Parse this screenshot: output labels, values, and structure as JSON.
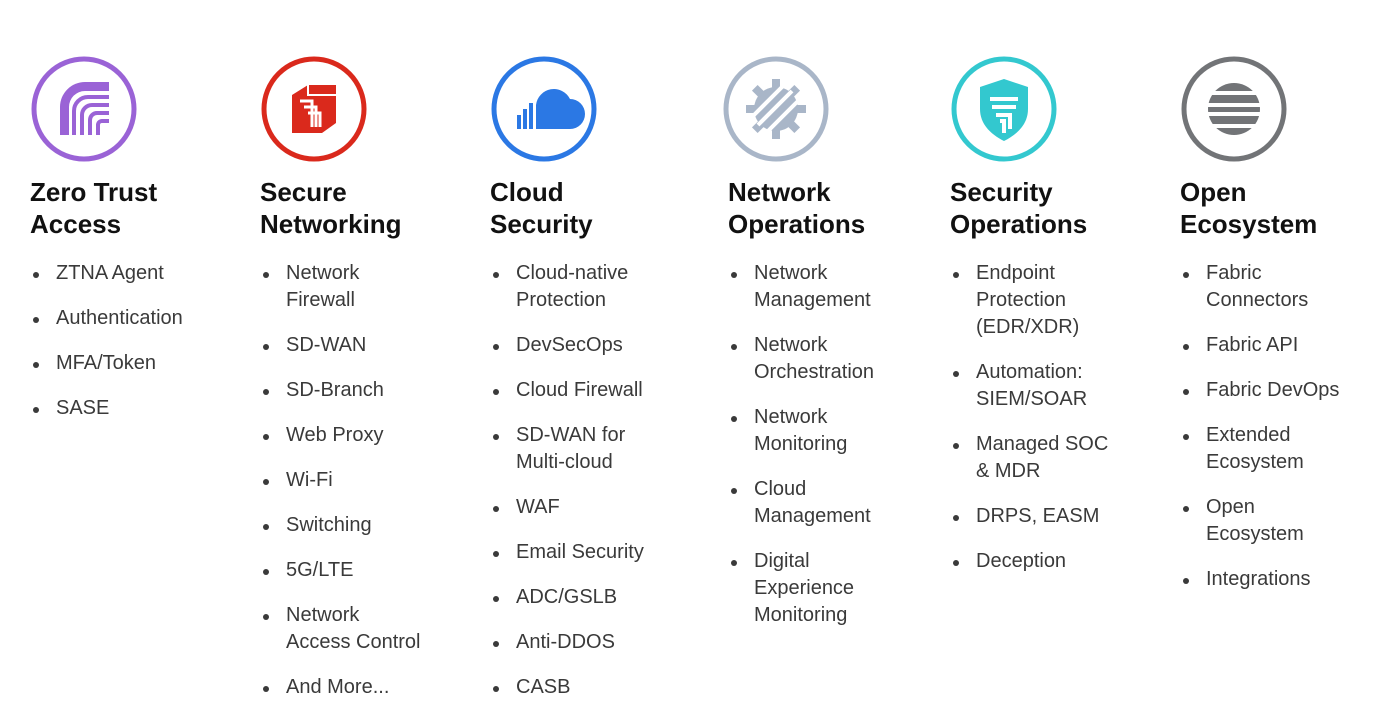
{
  "columns": [
    {
      "id": "zero-trust",
      "icon": "zero-trust-access-icon",
      "color": "#9a63d6",
      "title_lines": [
        "Zero Trust",
        "Access"
      ],
      "items": [
        [
          "ZTNA Agent"
        ],
        [
          "Authentication"
        ],
        [
          "MFA/Token"
        ],
        [
          "SASE"
        ]
      ]
    },
    {
      "id": "secure-networking",
      "icon": "secure-networking-icon",
      "color": "#da291c",
      "title_lines": [
        "Secure",
        "Networking"
      ],
      "items": [
        [
          "Network",
          "Firewall"
        ],
        [
          "SD-WAN"
        ],
        [
          "SD-Branch"
        ],
        [
          "Web Proxy"
        ],
        [
          "Wi-Fi"
        ],
        [
          "Switching"
        ],
        [
          "5G/LTE"
        ],
        [
          "Network",
          "Access Control"
        ],
        [
          "And More..."
        ]
      ]
    },
    {
      "id": "cloud-security",
      "icon": "cloud-security-icon",
      "color": "#2b78e4",
      "title_lines": [
        "Cloud",
        "Security"
      ],
      "items": [
        [
          "Cloud-native",
          "Protection"
        ],
        [
          "DevSecOps"
        ],
        [
          "Cloud Firewall"
        ],
        [
          "SD-WAN for",
          "Multi-cloud"
        ],
        [
          "WAF"
        ],
        [
          "Email Security"
        ],
        [
          "ADC/GSLB"
        ],
        [
          "Anti-DDOS"
        ],
        [
          "CASB"
        ]
      ]
    },
    {
      "id": "network-operations",
      "icon": "network-operations-icon",
      "color": "#a9b6c8",
      "title_lines": [
        "Network",
        "Operations"
      ],
      "items": [
        [
          "Network",
          "Management"
        ],
        [
          "Network",
          "Orchestration"
        ],
        [
          "Network",
          "Monitoring"
        ],
        [
          "Cloud",
          "Management"
        ],
        [
          "Digital",
          "Experience",
          "Monitoring"
        ]
      ]
    },
    {
      "id": "security-operations",
      "icon": "security-operations-icon",
      "color": "#33c8cf",
      "title_lines": [
        "Security",
        "Operations"
      ],
      "items": [
        [
          "Endpoint",
          "Protection",
          "(EDR/XDR)"
        ],
        [
          "Automation:",
          "SIEM/SOAR"
        ],
        [
          "Managed SOC",
          "& MDR"
        ],
        [
          "DRPS, EASM"
        ],
        [
          "Deception"
        ]
      ]
    },
    {
      "id": "open-ecosystem",
      "icon": "open-ecosystem-icon",
      "color": "#727477",
      "title_lines": [
        "Open",
        "Ecosystem"
      ],
      "items": [
        [
          "Fabric",
          "Connectors"
        ],
        [
          "Fabric API"
        ],
        [
          "Fabric DevOps"
        ],
        [
          "Extended",
          "Ecosystem"
        ],
        [
          "Open",
          "Ecosystem"
        ],
        [
          "Integrations"
        ]
      ]
    }
  ]
}
